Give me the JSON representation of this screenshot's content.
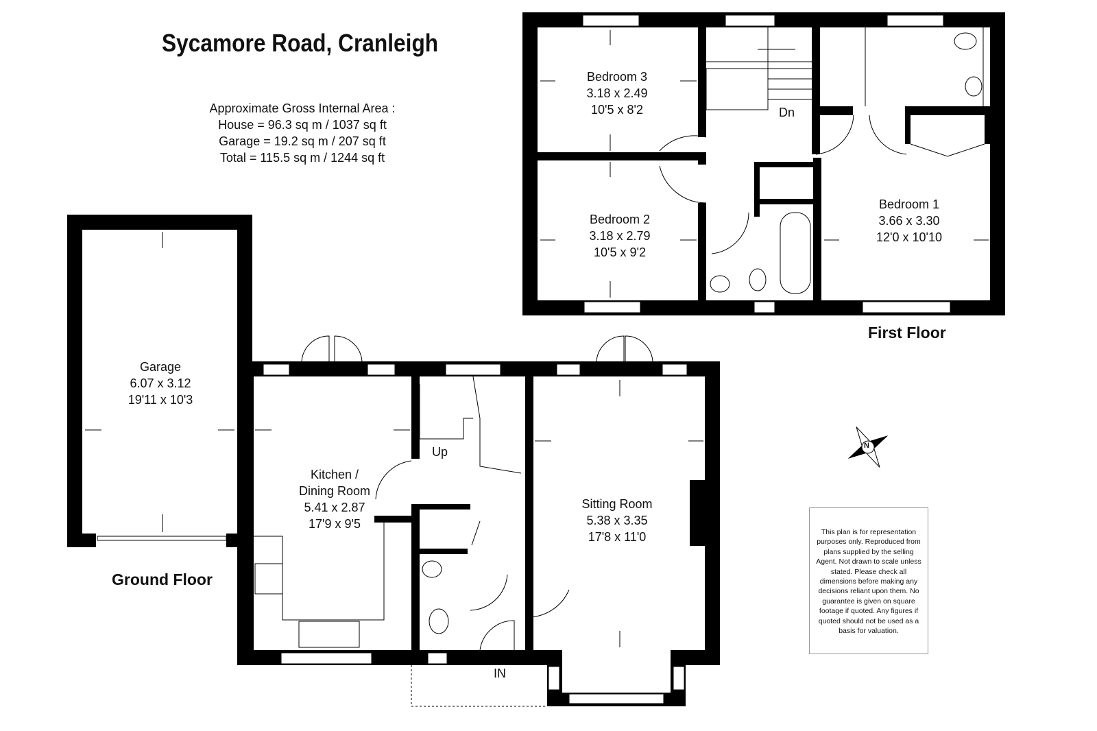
{
  "title": "Sycamore Road, Cranleigh",
  "area": {
    "heading": "Approximate Gross Internal Area :",
    "house": "House = 96.3 sq m / 1037 sq ft",
    "garage": "Garage = 19.2 sq m / 207 sq ft",
    "total": "Total = 115.5 sq m / 1244 sq ft"
  },
  "first_floor": {
    "label": "First Floor",
    "stairs_label": "Dn",
    "rooms": [
      {
        "name": "Bedroom 3",
        "metric": "3.18 x 2.49",
        "imperial": "10'5 x 8'2"
      },
      {
        "name": "Bedroom 2",
        "metric": "3.18 x 2.79",
        "imperial": "10'5 x 9'2"
      },
      {
        "name": "Bedroom 1",
        "metric": "3.66 x 3.30",
        "imperial": "12'0 x 10'10"
      }
    ]
  },
  "ground_floor": {
    "label": "Ground Floor",
    "stairs_label": "Up",
    "entrance_label": "IN",
    "rooms": [
      {
        "name": "Garage",
        "metric": "6.07 x 3.12",
        "imperial": "19'11 x 10'3"
      },
      {
        "name": "Kitchen /",
        "name2": "Dining Room",
        "metric": "5.41 x 2.87",
        "imperial": "17'9 x 9'5"
      },
      {
        "name": "Sitting Room",
        "metric": "5.38 x 3.35",
        "imperial": "17'8 x 11'0"
      }
    ]
  },
  "compass": {
    "label": "N"
  },
  "disclaimer": "This plan is for representation purposes only. Reproduced from plans supplied by the selling Agent. Not drawn to scale unless stated. Please check all dimensions before making any decisions reliant upon them. No guarantee is given on square footage if quoted. Any figures if quoted should not be used as a basis for valuation."
}
